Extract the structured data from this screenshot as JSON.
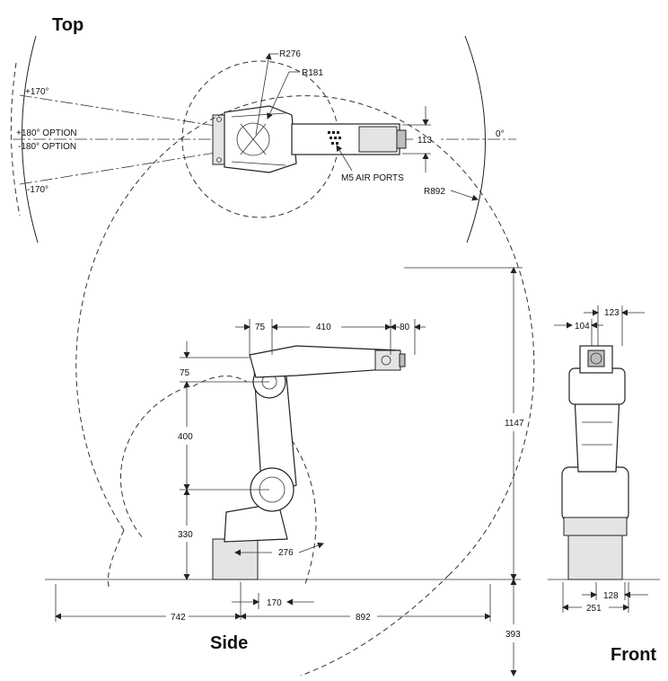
{
  "views": {
    "top": "Top",
    "side": "Side",
    "front": "Front"
  },
  "top_view": {
    "r276": "R276",
    "r181": "R181",
    "plus170": "+170°",
    "plus180": "+180° OPTION",
    "minus180": "-180° OPTION",
    "minus170": "-170°",
    "zero": "0°",
    "d113": "113",
    "air_ports": "M5 AIR PORTS",
    "r892": "R892"
  },
  "side_view": {
    "d75_top": "75",
    "d410": "410",
    "d80": "80",
    "d75_left": "75",
    "d400": "400",
    "d330": "330",
    "d276": "276",
    "d1147": "1147",
    "d170": "170",
    "d742": "742",
    "d892": "892",
    "d393": "393"
  },
  "front_view": {
    "d123": "123",
    "d104": "104",
    "d128": "128",
    "d251": "251"
  }
}
